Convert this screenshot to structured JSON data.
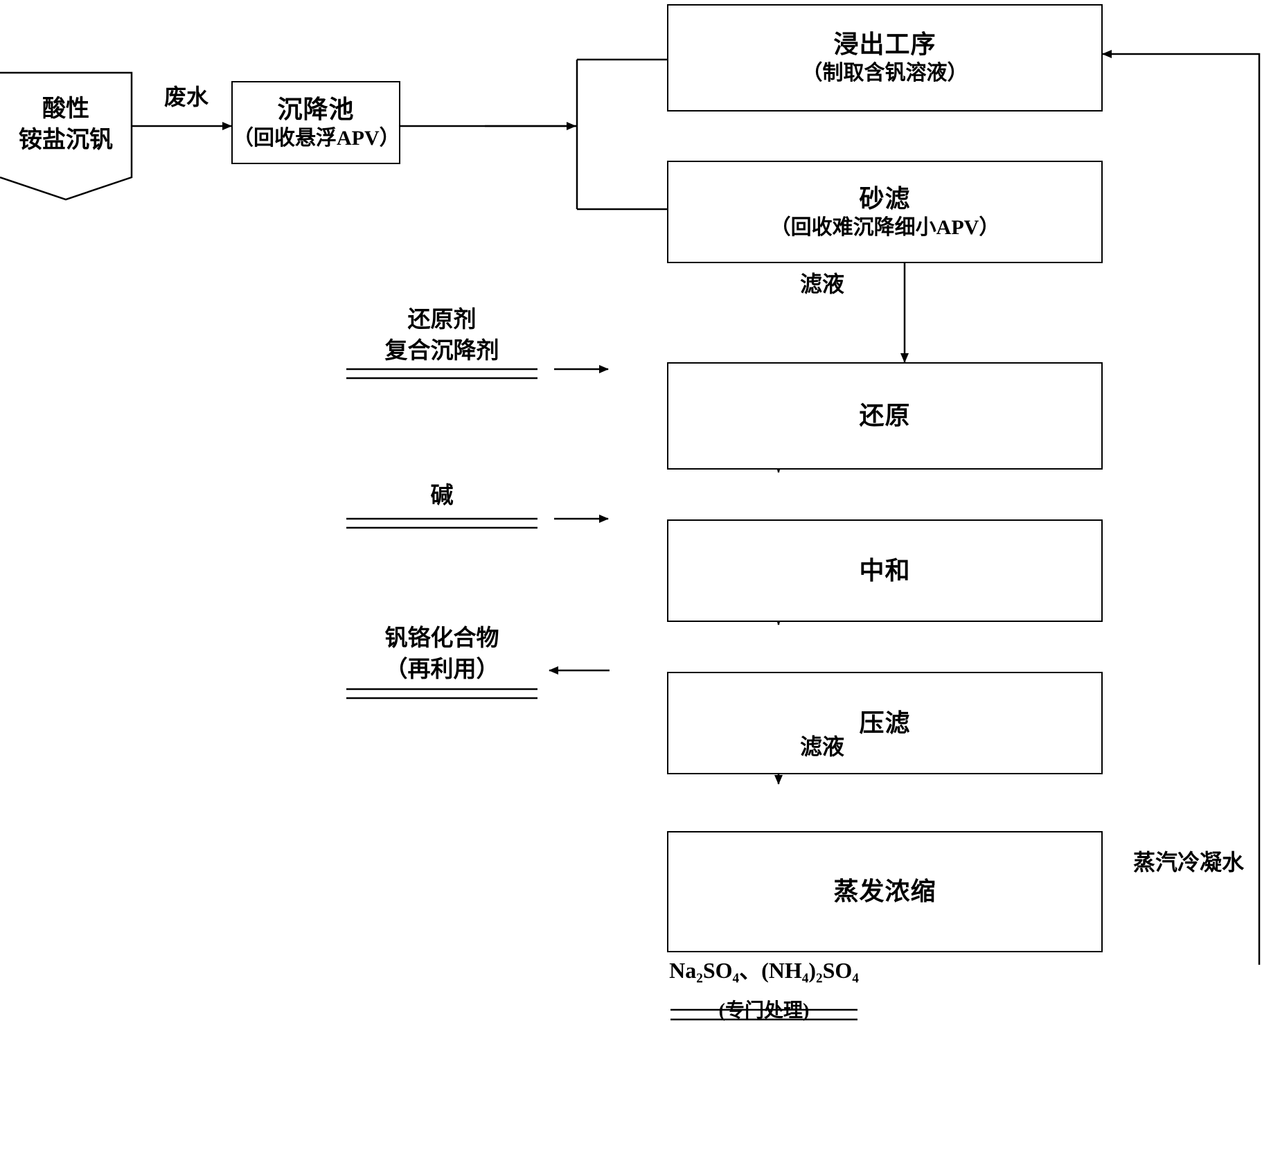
{
  "diagram": {
    "title_present": false,
    "line_color": "#000000",
    "background": "#ffffff",
    "nodes": {
      "source": {
        "line1": "酸性",
        "line2": "铵盐沉钒",
        "shape": "funnel"
      },
      "settling_pond": {
        "line1": "沉降池",
        "line2": "（回收悬浮APV）",
        "shape": "rect"
      },
      "leaching": {
        "line1": "浸出工序",
        "line2": "（制取含钒溶液）",
        "shape": "rect"
      },
      "sand_filter": {
        "line1": "砂滤",
        "line2": "（回收难沉降细小APV）",
        "shape": "rect"
      },
      "reduction": {
        "line1": "还原",
        "line2": "",
        "shape": "rect"
      },
      "neutralization": {
        "line1": "中和",
        "line2": "",
        "shape": "rect"
      },
      "filter_press": {
        "line1": "压滤",
        "line2": "",
        "shape": "rect"
      },
      "evaporation": {
        "line1": "蒸发浓缩",
        "line2": "",
        "shape": "rect"
      }
    },
    "edge_labels": {
      "wastewater": "废水",
      "filtrate_1": "滤液",
      "filtrate_2": "滤液",
      "steam_condensate": "蒸汽冷凝水"
    },
    "material_inputs": {
      "reductant": {
        "line1": "还原剂",
        "line2": "复合沉降剂"
      },
      "alkali": {
        "line1": "碱",
        "line2": ""
      }
    },
    "material_outputs": {
      "vcr_compound": {
        "line1": "钒铬化合物",
        "line2": "（再利用）"
      },
      "salts": {
        "formula_html": "Na₂SO₄、(NH₄)₂SO₄",
        "note": "(专门处理)"
      }
    }
  }
}
